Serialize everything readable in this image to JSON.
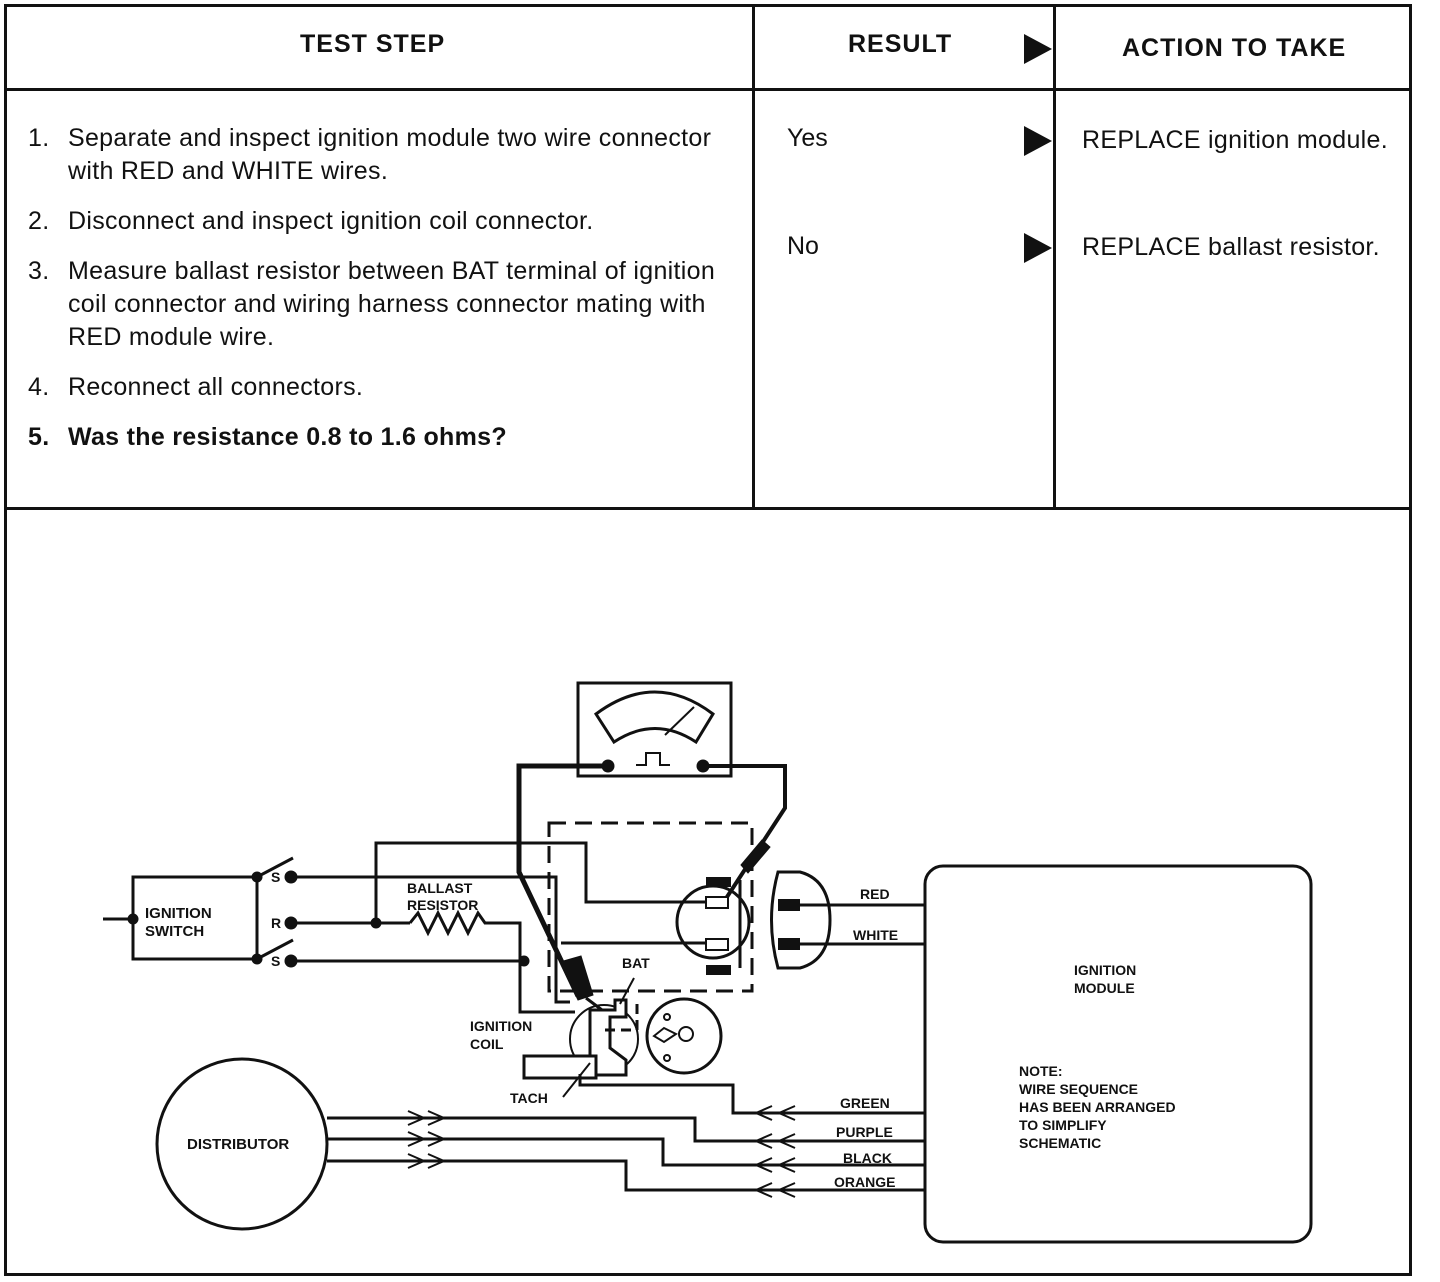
{
  "table": {
    "headers": {
      "test_step": "TEST STEP",
      "result": "RESULT",
      "action": "ACTION TO TAKE"
    },
    "steps": [
      {
        "num": "1.",
        "text": "Separate and inspect ignition module two wire connector with RED and WHITE wires."
      },
      {
        "num": "2.",
        "text": "Disconnect and inspect ignition coil connector."
      },
      {
        "num": "3.",
        "text": "Measure ballast resistor between BAT terminal of ignition coil connector and wiring harness connector mating with RED module wire."
      },
      {
        "num": "4.",
        "text": "Reconnect all connectors."
      },
      {
        "num": "5.",
        "text": "Was the resistance 0.8 to 1.6 ohms?"
      }
    ],
    "results": [
      {
        "label": "Yes",
        "action": "REPLACE ignition module."
      },
      {
        "label": "No",
        "action": "REPLACE ballast resistor."
      }
    ]
  },
  "diagram": {
    "ignition_switch": "IGNITION SWITCH",
    "terminal_s_top": "S",
    "terminal_r": "R",
    "terminal_s_bottom": "S",
    "ballast_resistor": "BALLAST RESISTOR",
    "bat": "BAT",
    "ignition_coil": "IGNITION COIL",
    "tach": "TACH",
    "distributor": "DISTRIBUTOR",
    "wire_red": "RED",
    "wire_white": "WHITE",
    "wire_green": "GREEN",
    "wire_purple": "PURPLE",
    "wire_black": "BLACK",
    "wire_orange": "ORANGE",
    "ignition_module": "IGNITION MODULE",
    "note_lines": [
      "NOTE:",
      "WIRE SEQUENCE",
      "HAS BEEN ARRANGED",
      "TO SIMPLIFY",
      "SCHEMATIC"
    ]
  }
}
